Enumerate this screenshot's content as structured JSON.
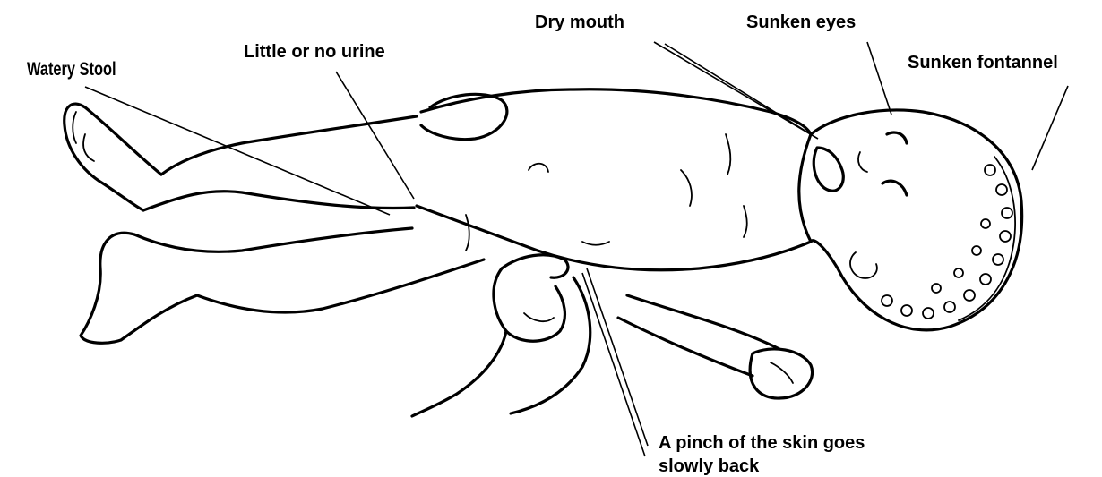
{
  "labels": {
    "watery_stool": "Watery Stool",
    "little_urine": "Little or no urine",
    "dry_mouth": "Dry mouth",
    "sunken_eyes": "Sunken eyes",
    "sunken_fontannel": "Sunken fontannel",
    "skin_pinch_line1": "A pinch of the skin goes",
    "skin_pinch_line2": "slowly back"
  },
  "colors": {
    "ink": "#000000",
    "paper": "#ffffff"
  }
}
